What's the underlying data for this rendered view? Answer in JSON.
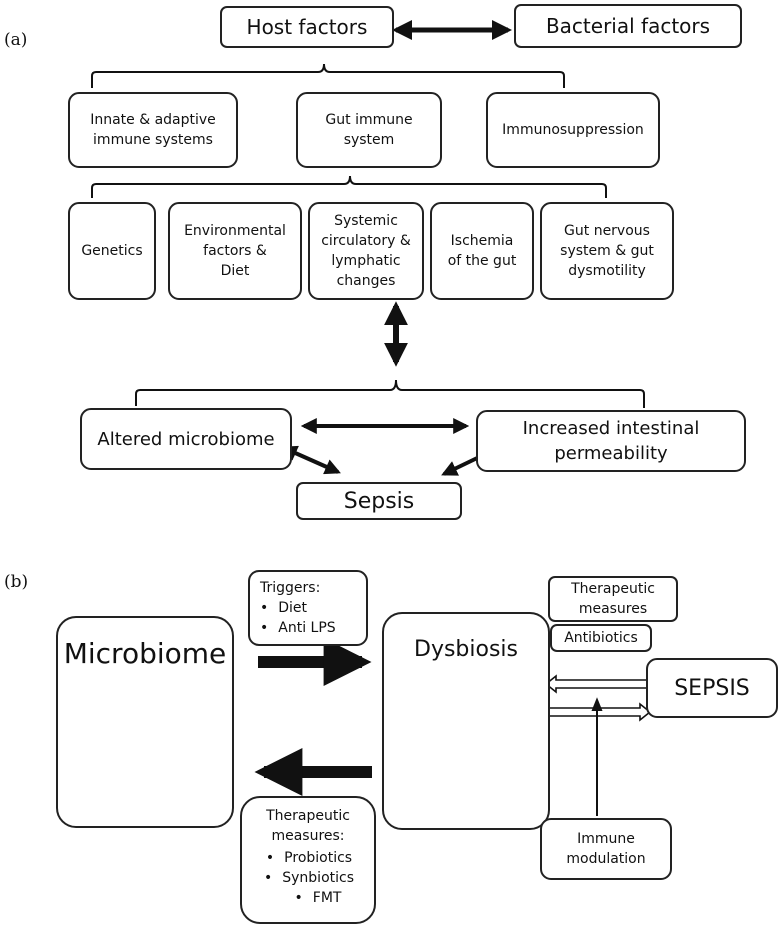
{
  "panel_a": {
    "label": "(a)",
    "host_factors": "Host factors",
    "bacterial_factors": "Bacterial factors",
    "innate_adaptive": "Innate & adaptive\nimmune systems",
    "gut_immune": "Gut immune\nsystem",
    "immunosuppression": "Immunosuppression",
    "genetics": "Genetics",
    "environmental": "Environmental\nfactors &\nDiet",
    "systemic": "Systemic\ncirculatory &\nlymphatic\nchanges",
    "ischemia": "Ischemia\nof the gut",
    "nervous": "Gut nervous\nsystem & gut\ndysmotility",
    "altered_microbiome": "Altered microbiome",
    "permeability": "Increased intestinal\npermeability",
    "sepsis": "Sepsis"
  },
  "panel_b": {
    "label": "(b)",
    "microbiome": "Microbiome",
    "dysbiosis": "Dysbiosis",
    "sepsis": "SEPSIS",
    "triggers_title": "Triggers:",
    "triggers_items": [
      "Diet",
      "Anti LPS"
    ],
    "therapeutic_top": "Therapeutic\nmeasures",
    "antibiotics": "Antibiotics",
    "immune_modulation": "Immune\nmodulation",
    "therapeutic_bottom_title": "Therapeutic\nmeasures:",
    "therapeutic_bottom_items": [
      "Probiotics",
      "Synbiotics",
      "FMT"
    ]
  },
  "colors": {
    "stroke": "#222222",
    "gut_gray": "#888888",
    "dysbiosis_glow": "#e8a0a0"
  },
  "icons": [
    "gut-illustration",
    "magnified-bacteria-circle"
  ]
}
